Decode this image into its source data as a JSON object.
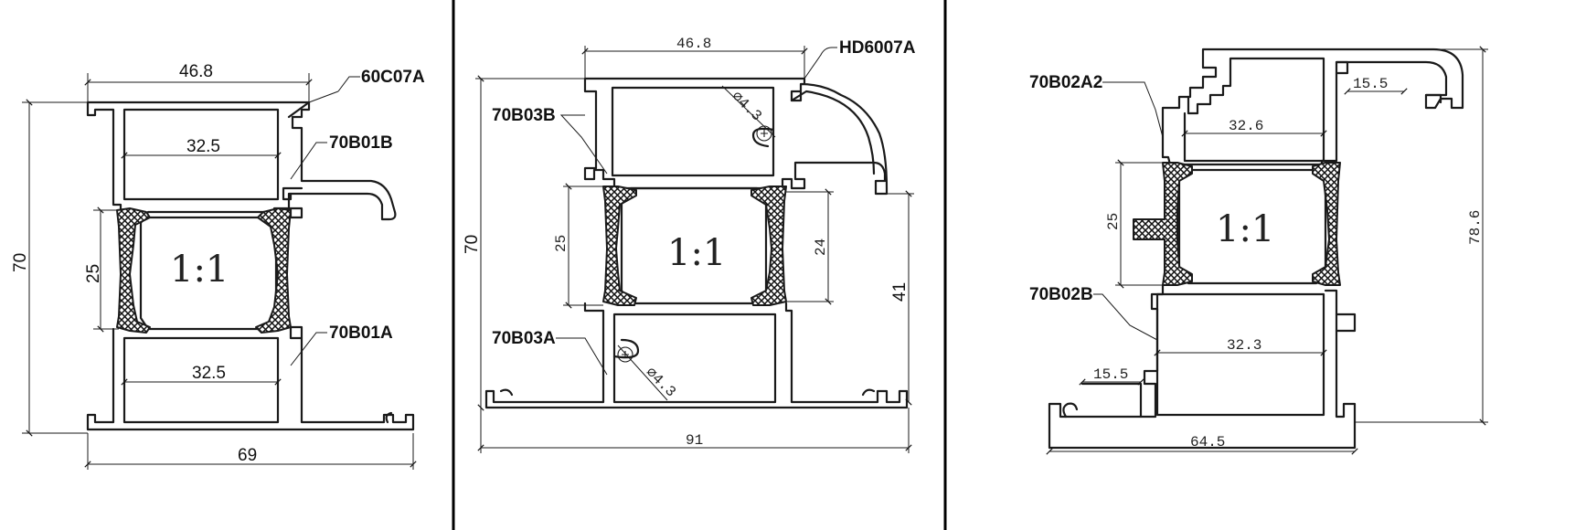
{
  "panels": [
    {
      "id": "profile-1",
      "ratio": "1:1",
      "labels": {
        "top_right": "60C07A",
        "upper": "70B01B",
        "lower": "70B01A"
      },
      "dimensions": {
        "top_width": "46.8",
        "inner_upper": "32.5",
        "inner_lower": "32.5",
        "overall_height": "70",
        "gasket_span": "25",
        "bottom_width": "69"
      }
    },
    {
      "id": "profile-2",
      "ratio": "1:1",
      "labels": {
        "top_right": "HD6007A",
        "upper": "70B03B",
        "lower": "70B03A"
      },
      "dimensions": {
        "top_width": "46.8",
        "screw_upper": "⌀4.3",
        "screw_lower": "⌀4.3",
        "gasket_left": "25",
        "gasket_right": "24",
        "overall_height": "70",
        "right_height": "41",
        "bottom_width": "91"
      }
    },
    {
      "id": "profile-3",
      "ratio": "1:1",
      "labels": {
        "upper": "70B02A2",
        "lower": "70B02B"
      },
      "dimensions": {
        "top_slot": "15.5",
        "inner_upper": "32.6",
        "gasket_span": "25",
        "overall_height": "78.6",
        "inner_lower": "32.3",
        "bottom_slot": "15.5",
        "bottom_width": "64.5"
      }
    }
  ]
}
